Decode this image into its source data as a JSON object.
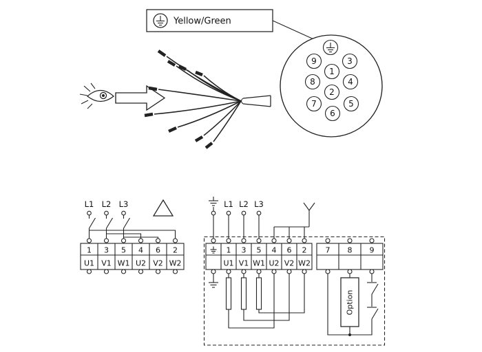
{
  "callout": {
    "label": "Yellow/Green"
  },
  "connector": {
    "pin_labels": [
      "9",
      "3",
      "1",
      "8",
      "4",
      "2",
      "7",
      "5",
      "6"
    ]
  },
  "delta": {
    "phases": [
      "L1",
      "L2",
      "L3"
    ],
    "terminals": [
      "1",
      "3",
      "5",
      "4",
      "6",
      "2"
    ],
    "windings": [
      "U1",
      "V1",
      "W1",
      "U2",
      "V2",
      "W2"
    ]
  },
  "star": {
    "phases": [
      "L1",
      "L2",
      "L3"
    ],
    "terminals": [
      "1",
      "3",
      "5",
      "4",
      "6",
      "2"
    ],
    "windings": [
      "U1",
      "V1",
      "W1",
      "U2",
      "V2",
      "W2"
    ],
    "aux_terminals": [
      "7",
      "8",
      "9"
    ],
    "option_label": "Option"
  },
  "icons": {
    "protective_earth": "earth-symbol",
    "delta_connection": "triangle",
    "star_connection": "Y",
    "viewing_direction": "eye"
  },
  "colors": {
    "line": "#222222",
    "background": "#ffffff"
  }
}
